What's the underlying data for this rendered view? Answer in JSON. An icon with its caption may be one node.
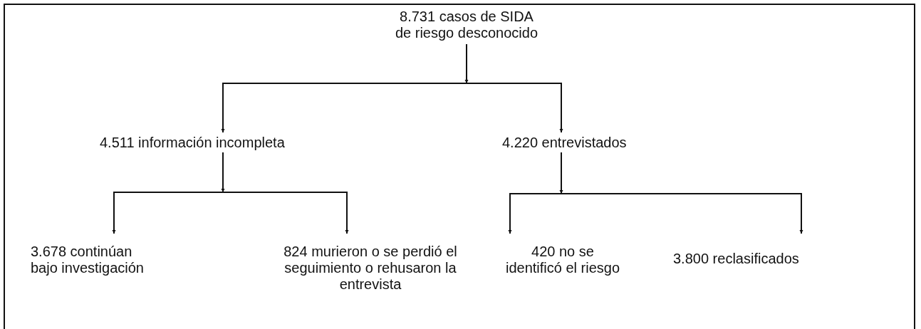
{
  "diagram": {
    "nodes": [
      {
        "text": [
          "8.731 casos de SIDA de riesgo desconocido"
        ]
      },
      {
        "text": [
          "4.511 información incompleta"
        ]
      },
      {
        "text": [
          "4.220 entrevistados"
        ]
      },
      {
        "text": [
          "3.678 continúan bajo investigación"
        ]
      },
      {
        "text": [
          "824 murieron o se perdió el seguimiento o rehusaron la entrevista"
        ]
      },
      {
        "text": [
          "420 no se identificó el riesgo"
        ]
      },
      {
        "text": [
          "3.800 reclasificados"
        ]
      }
    ],
    "edges": [
      {
        "from": 0,
        "to": 1,
        "arrow": "to"
      },
      {
        "from": 0,
        "to": 2,
        "arrow": "to"
      },
      {
        "from": 1,
        "to": 3,
        "arrow": "to"
      },
      {
        "from": 1,
        "to": 4,
        "arrow": "to"
      },
      {
        "from": 2,
        "to": 5,
        "arrow": "to"
      },
      {
        "from": 2,
        "to": 6,
        "arrow": "to"
      }
    ]
  }
}
